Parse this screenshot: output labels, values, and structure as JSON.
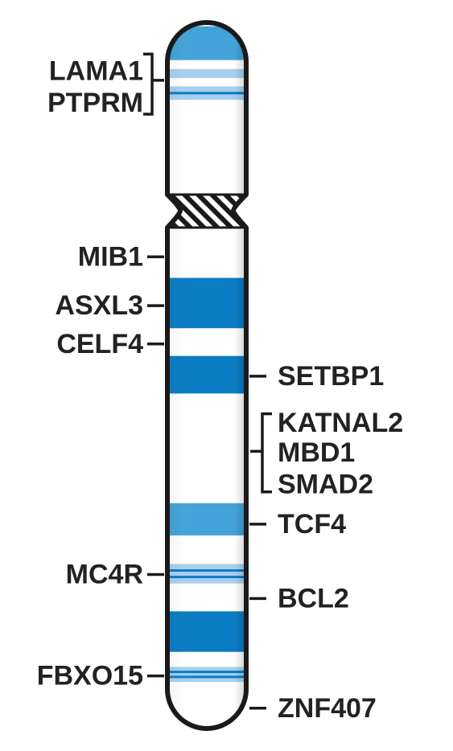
{
  "colors": {
    "dark_band": "#0a7cc3",
    "mid_band": "#43a3d8",
    "light_band": "#a8d0ee",
    "outline": "#1a1a1a",
    "label": "#222222"
  },
  "chromosome": {
    "bands": [
      {
        "start": 0.035,
        "end": 0.08,
        "shade": "mid_band",
        "stripes": 0
      },
      {
        "start": 0.092,
        "end": 0.104,
        "shade": "light_band",
        "stripes": 0
      },
      {
        "start": 0.115,
        "end": 0.133,
        "shade": "light_band",
        "stripes": 1
      },
      {
        "start": 0.37,
        "end": 0.437,
        "shade": "dark_band",
        "stripes": 0
      },
      {
        "start": 0.474,
        "end": 0.524,
        "shade": "dark_band",
        "stripes": 0
      },
      {
        "start": 0.67,
        "end": 0.713,
        "shade": "mid_band",
        "stripes": 0
      },
      {
        "start": 0.751,
        "end": 0.777,
        "shade": "light_band",
        "stripes": 2
      },
      {
        "start": 0.814,
        "end": 0.868,
        "shade": "dark_band",
        "stripes": 0
      },
      {
        "start": 0.888,
        "end": 0.908,
        "shade": "light_band",
        "stripes": 2
      }
    ]
  },
  "labels_left": [
    {
      "text": "LAMA1",
      "position": 0.095
    },
    {
      "text": "PTPRM",
      "position": 0.137
    },
    {
      "text": "MIB1",
      "position": 0.342
    },
    {
      "text": "ASXL3",
      "position": 0.407
    },
    {
      "text": "CELF4",
      "position": 0.458
    },
    {
      "text": "MC4R",
      "position": 0.765
    },
    {
      "text": "FBXO15",
      "position": 0.9
    }
  ],
  "labels_right": [
    {
      "text": "SETBP1",
      "position": 0.501
    },
    {
      "text": "KATNAL2",
      "position": 0.563
    },
    {
      "text": "MBD1",
      "position": 0.603
    },
    {
      "text": "SMAD2",
      "position": 0.645
    },
    {
      "text": "TCF4",
      "position": 0.698
    },
    {
      "text": "BCL2",
      "position": 0.797
    },
    {
      "text": "ZNF407",
      "position": 0.943
    }
  ],
  "brackets": [
    {
      "side": "left",
      "from": 0.072,
      "to": 0.152,
      "tick": 0.107
    },
    {
      "side": "right",
      "from": 0.551,
      "to": 0.655,
      "tick": 0.601
    }
  ],
  "ticks": [
    {
      "side": "left",
      "position": 0.342
    },
    {
      "side": "left",
      "position": 0.407
    },
    {
      "side": "left",
      "position": 0.458
    },
    {
      "side": "left",
      "position": 0.765
    },
    {
      "side": "left",
      "position": 0.9
    },
    {
      "side": "right",
      "position": 0.501
    },
    {
      "side": "right",
      "position": 0.698
    },
    {
      "side": "right",
      "position": 0.797
    },
    {
      "side": "right",
      "position": 0.943
    }
  ]
}
